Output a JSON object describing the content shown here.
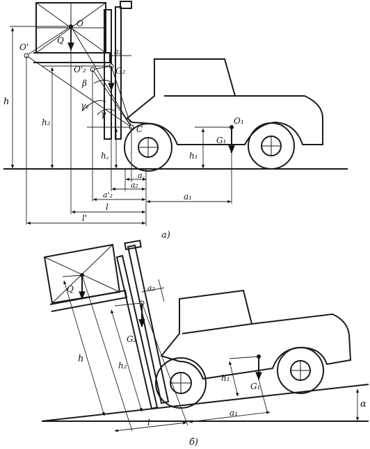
{
  "top_figure": {
    "caption": "а)",
    "labels": {
      "O": "O",
      "O_prime": "O'",
      "O2_prime": "O'₂",
      "O1": "O₁",
      "C": "C",
      "Q": "Q",
      "G2": "G₂",
      "G1": "G₁",
      "beta": "β",
      "gamma": "γ",
      "gamma2": "γ₂",
      "h": "h",
      "h2": "h₂",
      "hc": "h꜀",
      "h1": "h₁",
      "a2_top": "a₂",
      "ac": "a꜀",
      "a2_bottom": "a₂",
      "a2_prime": "a'₂",
      "a1": "a₁",
      "l": "l",
      "l_prime": "l'"
    }
  },
  "bottom_figure": {
    "caption": "б)",
    "labels": {
      "Q": "Q",
      "a2": "a₂",
      "G2": "G₂",
      "h": "h",
      "h2": "h₂",
      "h1": "h₁",
      "G1": "G₁",
      "l": "l",
      "a1": "a₁",
      "alpha": "α"
    }
  }
}
